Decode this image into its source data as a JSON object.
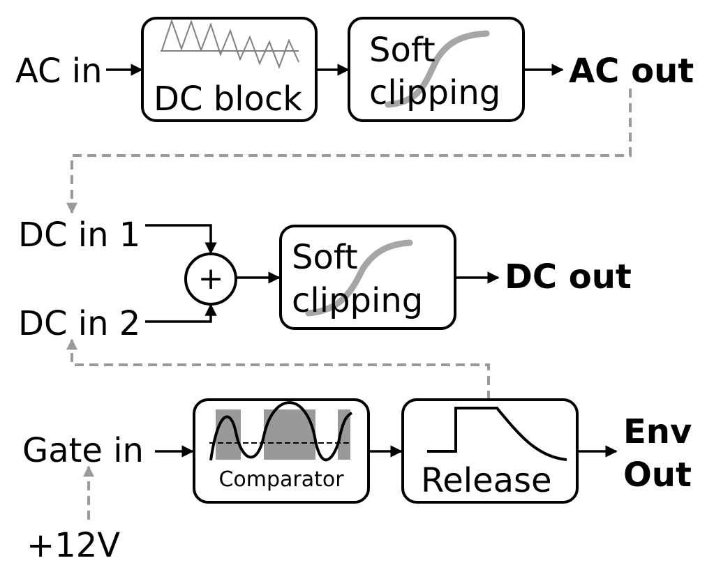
{
  "labels": {
    "ac_in": "AC in",
    "ac_out": "AC out",
    "dc_in_1": "DC in 1",
    "dc_in_2": "DC in 2",
    "dc_out": "DC out",
    "gate_in": "Gate in",
    "plus_12v": "+12V",
    "env_out_line1": "Env",
    "env_out_line2": "Out",
    "sum_symbol": "+"
  },
  "blocks": {
    "dc_block": "DC block",
    "soft_clip_1_line1": "Soft",
    "soft_clip_1_line2": "clipping",
    "soft_clip_2_line1": "Soft",
    "soft_clip_2_line2": "clipping",
    "comparator": "Comparator",
    "release": "Release"
  },
  "colors": {
    "wire": "#000000",
    "dashed_link": "#9a9a9a",
    "curve": "#a6a6a6",
    "comparator_fill": "#999999"
  }
}
